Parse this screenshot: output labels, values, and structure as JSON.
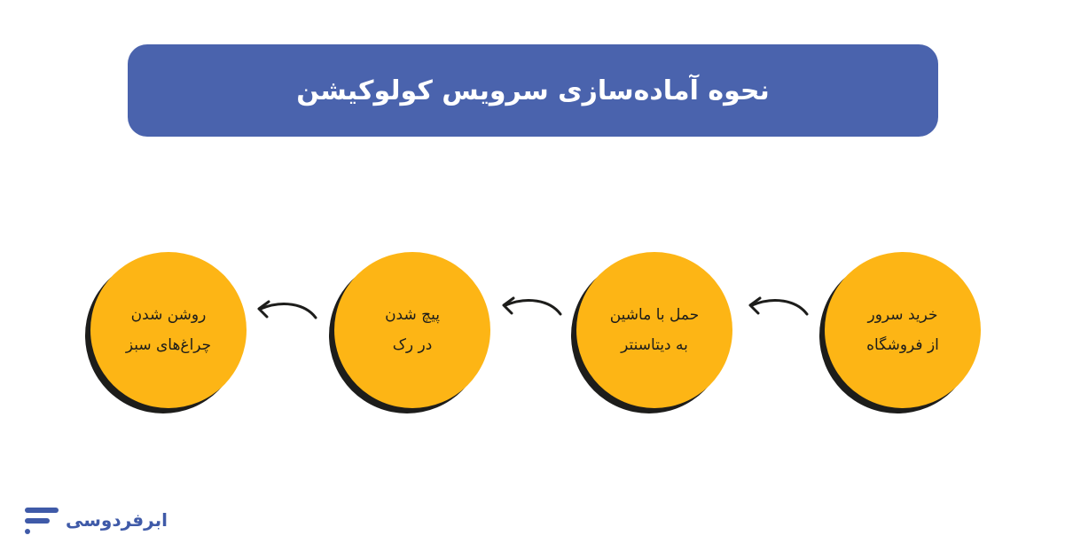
{
  "title": "نحوه آماده‌سازی سرویس کولوکیشن",
  "steps": [
    {
      "line1": "خرید سرور",
      "line2": "از فروشگاه"
    },
    {
      "line1": "حمل با ماشین",
      "line2": "به دیتاسنتر"
    },
    {
      "line1": "پیچ شدن",
      "line2": "در رک"
    },
    {
      "line1": "روشن شدن",
      "line2": "چراغ‌های سبز"
    }
  ],
  "colors": {
    "banner": "#4a63ad",
    "circle": "#fdb515",
    "shadow": "#1d1d1b",
    "brand": "#3f5aa8"
  },
  "brand": {
    "name": "ابرفردوسی",
    "icon": "ferdowsi-f-logo-icon"
  }
}
